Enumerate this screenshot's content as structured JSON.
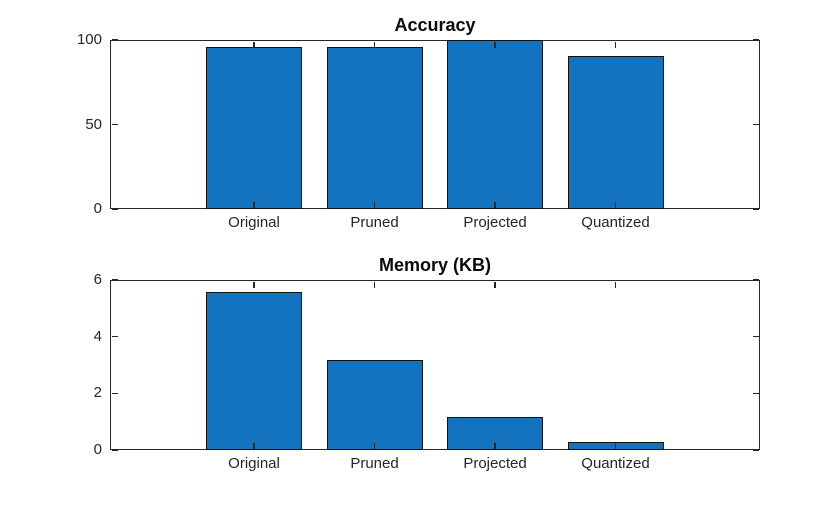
{
  "figure": {
    "background": "#ffffff"
  },
  "palette": {
    "bar_fill": "#1373be",
    "bar_edge": "#121212",
    "axis_color": "#262626",
    "tick_label_color": "#262626",
    "title_color": "#0a0a0a"
  },
  "chart_data": [
    {
      "type": "bar",
      "title": "Accuracy",
      "categories": [
        "Original",
        "Pruned",
        "Projected",
        "Quantized"
      ],
      "values": [
        96,
        96,
        100,
        90.5
      ],
      "xlabel": "",
      "ylabel": "",
      "ylim": [
        0,
        100
      ],
      "yticks": [
        0,
        50,
        100
      ],
      "ytick_labels": [
        "0",
        "50",
        "100"
      ],
      "grid": false,
      "legend": null,
      "bar_color": "#1373be"
    },
    {
      "type": "bar",
      "title": "Memory (KB)",
      "categories": [
        "Original",
        "Pruned",
        "Projected",
        "Quantized"
      ],
      "values": [
        5.57,
        3.16,
        1.15,
        0.3
      ],
      "xlabel": "",
      "ylabel": "",
      "ylim": [
        0,
        6
      ],
      "yticks": [
        0,
        2,
        4,
        6
      ],
      "ytick_labels": [
        "0",
        "2",
        "4",
        "6"
      ],
      "grid": false,
      "legend": null,
      "bar_color": "#1373be"
    }
  ]
}
